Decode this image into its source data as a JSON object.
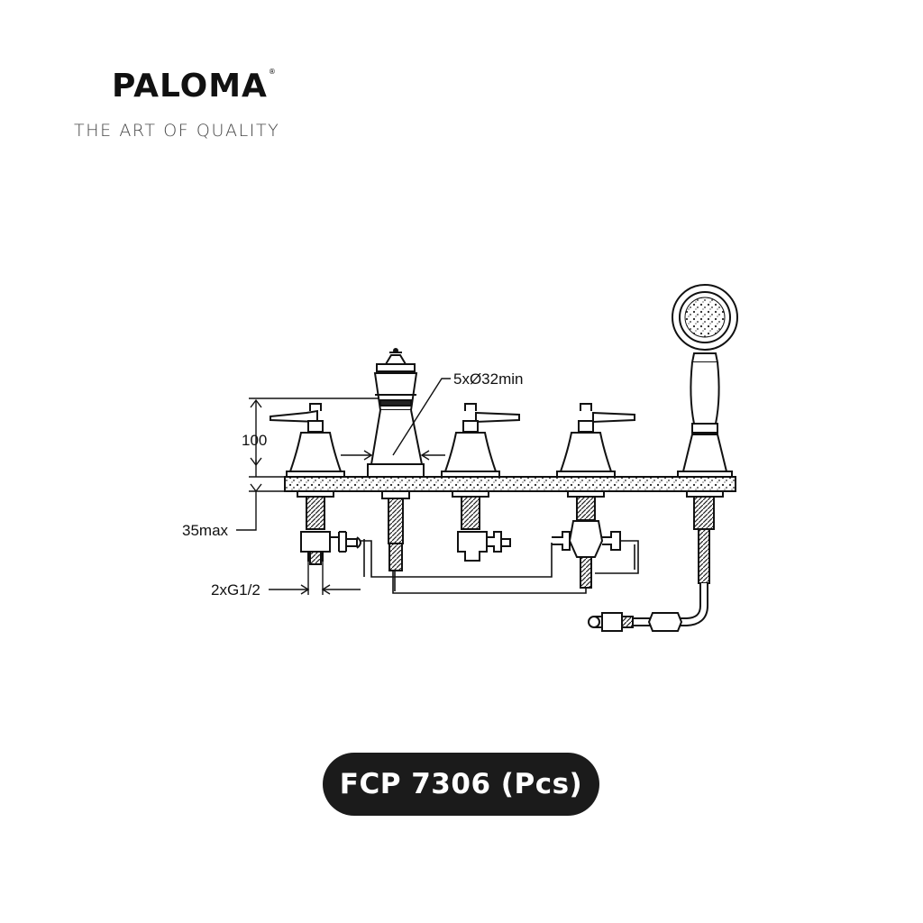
{
  "brand": {
    "logo_text": "PALOMA",
    "registered_mark": "®",
    "tagline": "THE ART OF QUALITY"
  },
  "drawing": {
    "dimensions": {
      "holes": "5xØ32min",
      "height": "100",
      "deck_thickness": "35max",
      "connections": "2xG1/2"
    }
  },
  "product": {
    "code_label": "FCP 7306 (Pcs)"
  },
  "colors": {
    "line": "#111111",
    "pill_background": "#1b1b1b",
    "pill_text": "#ffffff"
  }
}
